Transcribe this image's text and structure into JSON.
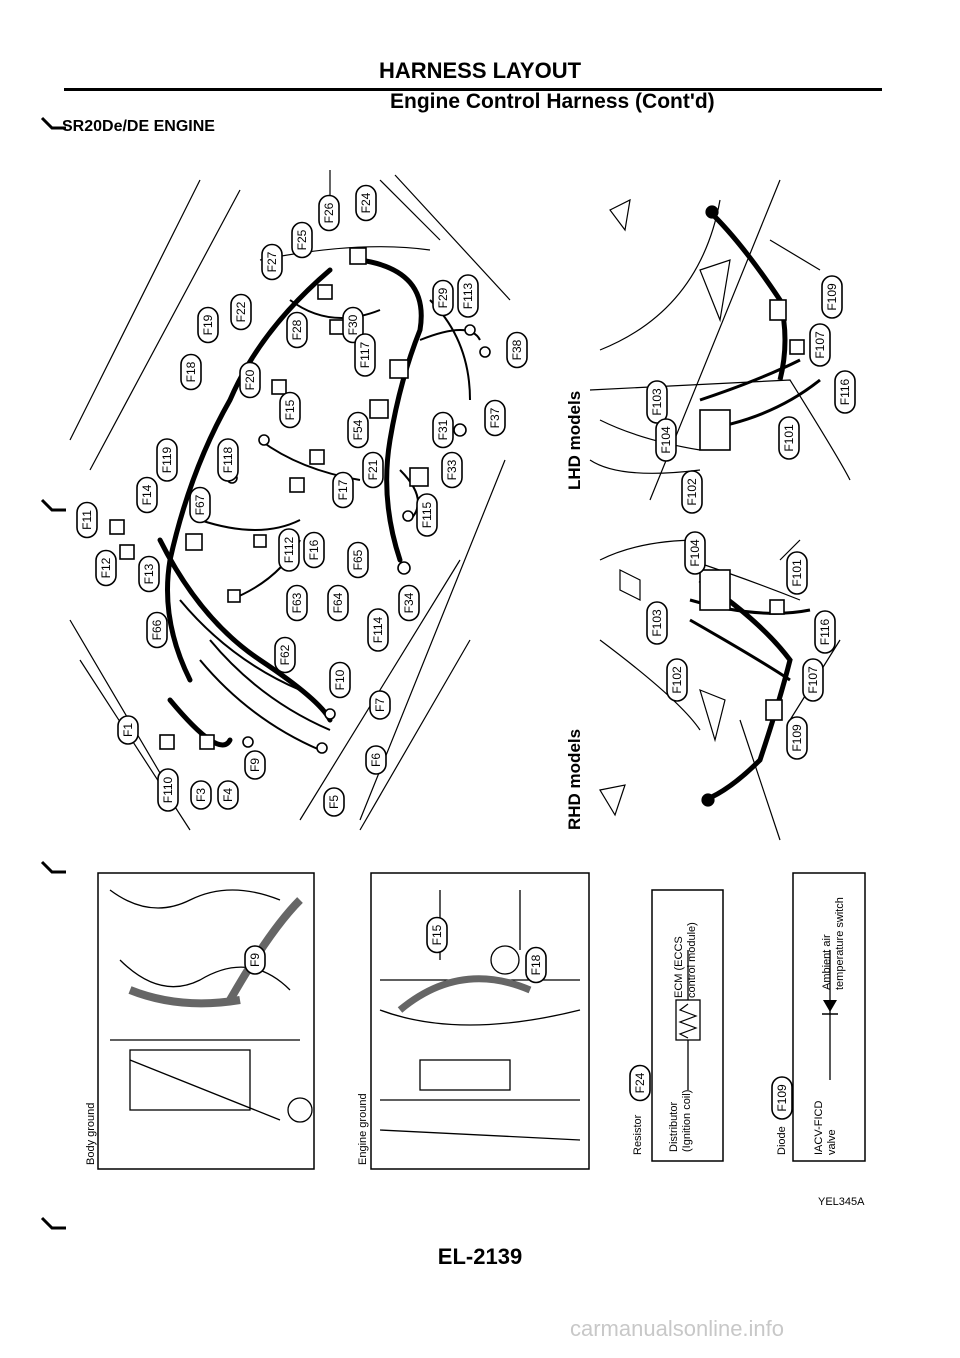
{
  "header": {
    "title": "HARNESS LAYOUT",
    "subtitle": "Engine Control Harness (Cont'd)",
    "engine": "SR20De/DE ENGINE"
  },
  "main_diagram": {
    "connectors": [
      "F24",
      "F26",
      "F25",
      "F27",
      "F22",
      "F19",
      "F28",
      "F29",
      "F113",
      "F30",
      "F38",
      "F117",
      "F18",
      "F20",
      "F15",
      "F31",
      "F37",
      "F54",
      "F119",
      "F118",
      "F21",
      "F33",
      "F14",
      "F67",
      "F17",
      "F11",
      "F115",
      "F12",
      "F13",
      "F112",
      "F16",
      "F65",
      "F63",
      "F64",
      "F114",
      "F34",
      "F66",
      "F62",
      "F10",
      "F7",
      "F1",
      "F110",
      "F3",
      "F4",
      "F9",
      "F6",
      "F5"
    ]
  },
  "lhd": {
    "label": "LHD models",
    "connectors": [
      "F109",
      "F107",
      "F116",
      "F103",
      "F104",
      "F101",
      "F102"
    ]
  },
  "rhd": {
    "label": "RHD models",
    "connectors": [
      "F104",
      "F101",
      "F103",
      "F116",
      "F102",
      "F107",
      "F109"
    ]
  },
  "photo1": {
    "label": "Body ground",
    "connector": "F9"
  },
  "photo2": {
    "label": "Engine ground",
    "connectors": [
      "F15",
      "F18"
    ]
  },
  "resistor_box": {
    "title": "Resistor",
    "connector": "F24",
    "left_label_1": "Distributor",
    "left_label_2": "(Ignition coil)",
    "right_label_1": "ECM (ECCS",
    "right_label_2": "control module)"
  },
  "diode_box": {
    "title": "Diode",
    "connector": "F109",
    "left_label_1": "IACV-FICD",
    "left_label_2": "valve",
    "right_label_1": "Ambient air",
    "right_label_2": "temperature switch"
  },
  "footer": {
    "figure_code": "YEL345A",
    "page_number": "EL-2139",
    "watermark": "carmanualsonline.info"
  }
}
